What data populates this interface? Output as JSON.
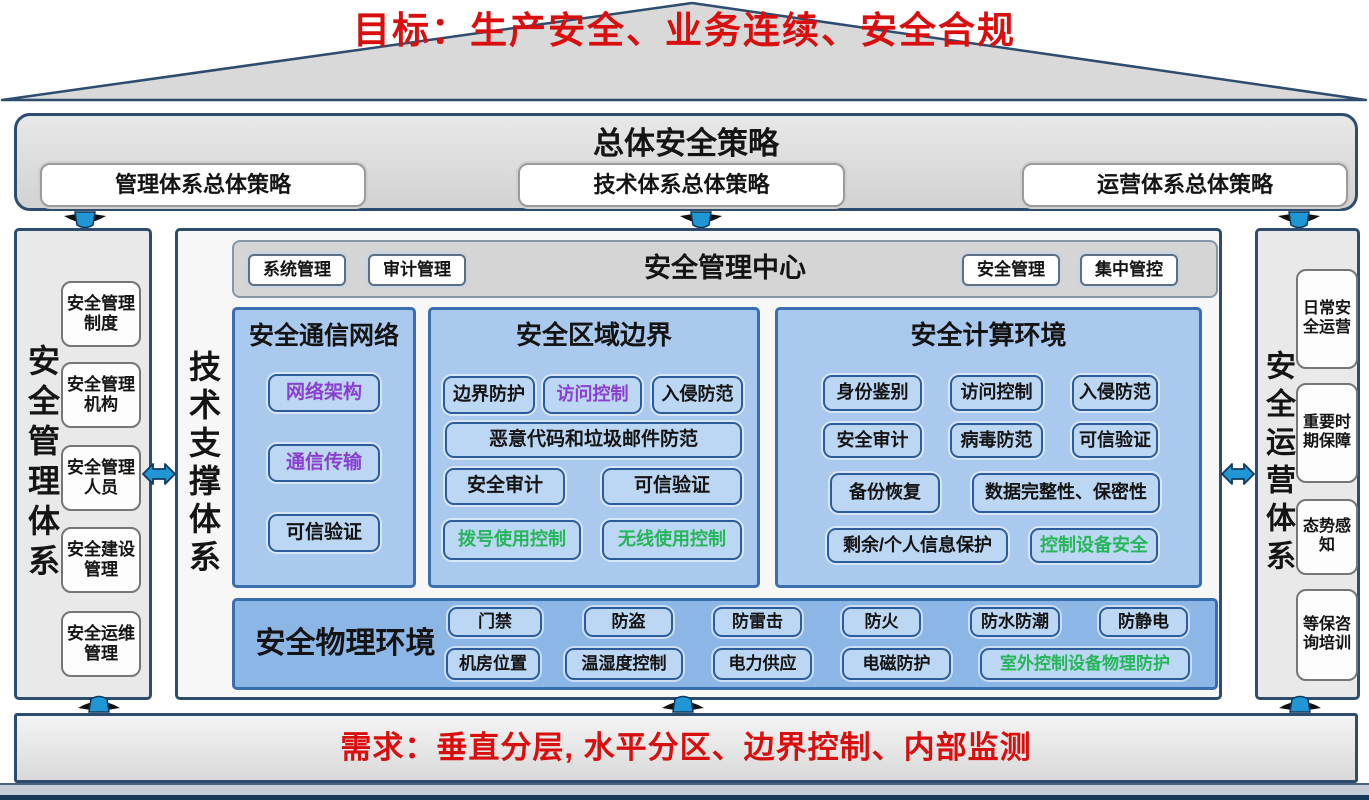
{
  "palette": {
    "red_text": "#d90f0f",
    "purple_text": "#8a3fd0",
    "green_text": "#27b55a",
    "black_text": "#141414",
    "panel_blue": "#a9c9ee",
    "physical_panel_blue": "#8cb6e6",
    "border_navy": "#2e4d6e",
    "border_blue": "#2d5c9c",
    "arrow_blue": "#2196d4"
  },
  "roof": {
    "goal": "目标：生产安全、业务连续、安全合规"
  },
  "strategy": {
    "title": "总体安全策略",
    "items": [
      {
        "label": "管理体系总体策略"
      },
      {
        "label": "技术体系总体策略"
      },
      {
        "label": "运营体系总体策略"
      }
    ]
  },
  "management": {
    "title": "安全管理体系",
    "items": [
      {
        "label": "安全管理制度"
      },
      {
        "label": "安全管理机构"
      },
      {
        "label": "安全管理人员"
      },
      {
        "label": "安全建设管理"
      },
      {
        "label": "安全运维管理"
      }
    ]
  },
  "tech": {
    "title": "技术支撑体系",
    "smc": {
      "title": "安全管理中心",
      "items": [
        {
          "label": "系统管理"
        },
        {
          "label": "审计管理"
        },
        {
          "label": "安全管理"
        },
        {
          "label": "集中管控"
        }
      ]
    },
    "comm": {
      "title": "安全通信网络",
      "items": [
        {
          "label": "网络架构",
          "color": "#8a3fd0"
        },
        {
          "label": "通信传输",
          "color": "#8a3fd0"
        },
        {
          "label": "可信验证",
          "color": "#141414"
        }
      ]
    },
    "boundary": {
      "title": "安全区域边界",
      "items": [
        {
          "label": "边界防护",
          "color": "#141414"
        },
        {
          "label": "访问控制",
          "color": "#8a3fd0"
        },
        {
          "label": "入侵防范",
          "color": "#141414"
        },
        {
          "label": "恶意代码和垃圾邮件防范",
          "color": "#141414"
        },
        {
          "label": "安全审计",
          "color": "#141414"
        },
        {
          "label": "可信验证",
          "color": "#141414"
        },
        {
          "label": "拨号使用控制",
          "color": "#27b55a"
        },
        {
          "label": "无线使用控制",
          "color": "#27b55a"
        }
      ]
    },
    "compute": {
      "title": "安全计算环境",
      "items": [
        {
          "label": "身份鉴别",
          "color": "#141414"
        },
        {
          "label": "访问控制",
          "color": "#141414"
        },
        {
          "label": "入侵防范",
          "color": "#141414"
        },
        {
          "label": "安全审计",
          "color": "#141414"
        },
        {
          "label": "病毒防范",
          "color": "#141414"
        },
        {
          "label": "可信验证",
          "color": "#141414"
        },
        {
          "label": "备份恢复",
          "color": "#141414"
        },
        {
          "label": "数据完整性、保密性",
          "color": "#141414"
        },
        {
          "label": "剩余/个人信息保护",
          "color": "#141414"
        },
        {
          "label": "控制设备安全",
          "color": "#27b55a"
        }
      ]
    },
    "physical": {
      "title": "安全物理环境",
      "items": [
        {
          "label": "门禁",
          "color": "#141414"
        },
        {
          "label": "防盗",
          "color": "#141414"
        },
        {
          "label": "防雷击",
          "color": "#141414"
        },
        {
          "label": "防火",
          "color": "#141414"
        },
        {
          "label": "防水防潮",
          "color": "#141414"
        },
        {
          "label": "防静电",
          "color": "#141414"
        },
        {
          "label": "机房位置",
          "color": "#141414"
        },
        {
          "label": "温湿度控制",
          "color": "#141414"
        },
        {
          "label": "电力供应",
          "color": "#141414"
        },
        {
          "label": "电磁防护",
          "color": "#141414"
        },
        {
          "label": "室外控制设备物理防护",
          "color": "#27b55a"
        }
      ]
    }
  },
  "operation": {
    "title": "安全运营体系",
    "items": [
      {
        "label": "日常安全运营"
      },
      {
        "label": "重要时期保障"
      },
      {
        "label": "态势感知"
      },
      {
        "label": "等保咨询培训"
      }
    ]
  },
  "demand": {
    "text": "需求：垂直分层, 水平分区、边界控制、内部监测"
  }
}
